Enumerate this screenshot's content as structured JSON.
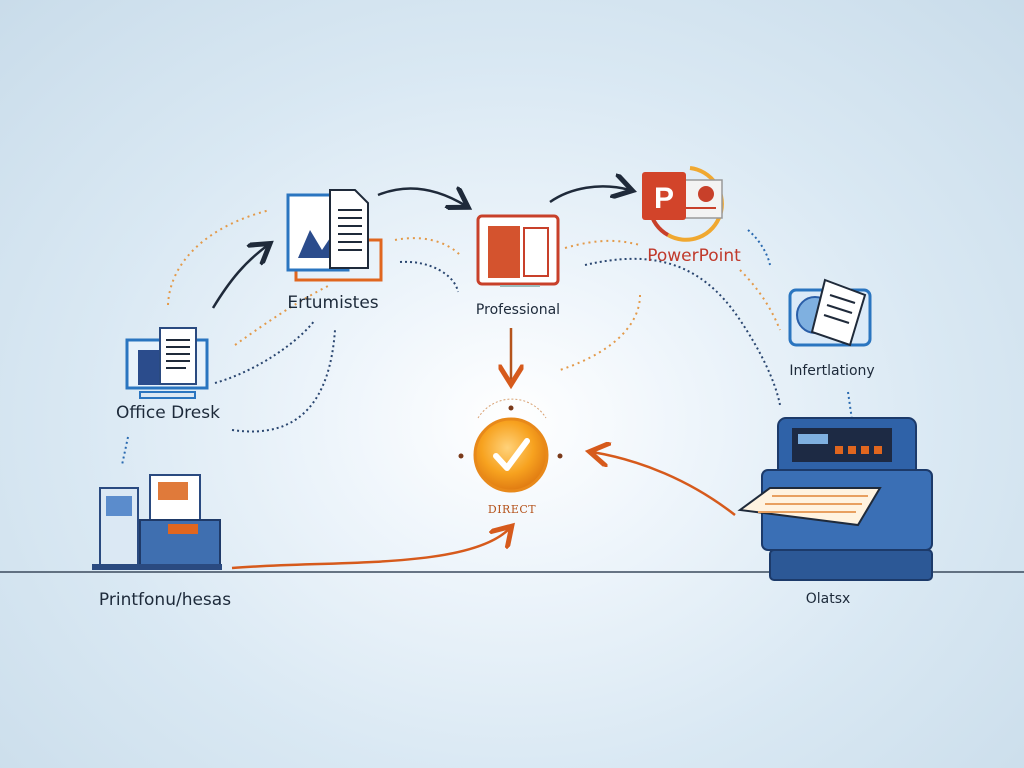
{
  "nodes": {
    "office_desk": {
      "label": "Office Dresk"
    },
    "documents": {
      "label": "Ertumistes"
    },
    "professional": {
      "label": "Professional"
    },
    "powerpoint": {
      "label": "PowerPoint"
    },
    "information": {
      "label": "Infertlationy"
    },
    "direct": {
      "label": "DIRECT"
    },
    "print_station": {
      "label": "Printfonu/hesas"
    },
    "printer": {
      "label": "Olatsx"
    }
  },
  "colors": {
    "accent_orange": "#e0661f",
    "accent_blue": "#2a5ea8",
    "dark_arrow": "#1f2a3a",
    "powerpoint_red": "#c8402a"
  }
}
